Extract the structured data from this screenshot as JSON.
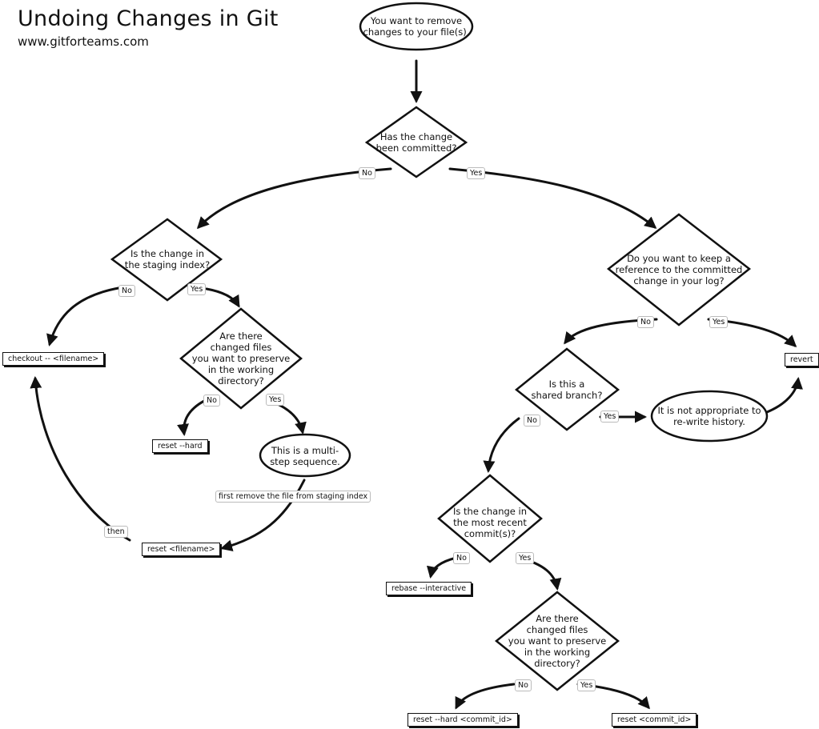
{
  "header": {
    "title": "Undoing Changes in Git",
    "subtitle": "www.gitforteams.com"
  },
  "nodes": {
    "start": "You want to remove\nchanges to your file(s).",
    "committed_question": "Has the change\nbeen committed?",
    "staging_question": "Is the change in\nthe staging index?",
    "preserve_question_1": "Are there\nchanged files\nyou want to preserve\nin the working\ndirectory?",
    "multistep_note": "This is a multi-\nstep sequence.",
    "keep_reference_question": "Do you want to keep a\nreference to the committed\nchange in your log?",
    "shared_branch_question": "Is this a\nshared branch?",
    "rewrite_note": "It is not appropriate to\nre-write history.",
    "recent_commit_question": "Is the change in\nthe most recent\ncommit(s)?",
    "preserve_question_2": "Are there\nchanged files\nyou want to preserve\nin the working\ndirectory?"
  },
  "commands": {
    "checkout": "checkout -- <filename>",
    "reset_hard": "reset --hard",
    "reset_filename": "reset <filename>",
    "revert": "revert",
    "rebase_interactive": "rebase --interactive",
    "reset_hard_commit": "reset --hard <commit_id>",
    "reset_commit": "reset <commit_id>"
  },
  "edge_labels": {
    "no": "No",
    "yes": "Yes",
    "then": "then",
    "first_remove": "first remove the file from staging index"
  }
}
